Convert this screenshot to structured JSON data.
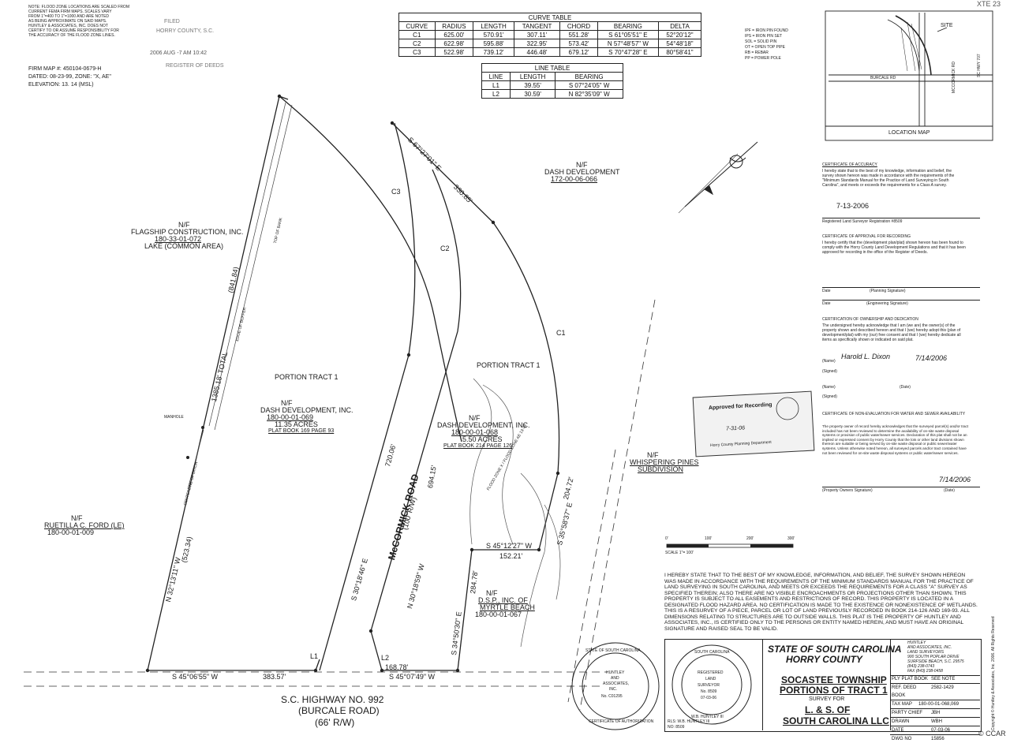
{
  "corner_note": "XTE 23",
  "flood_note": {
    "lines": [
      "NOTE: FLOOD ZONE LOCATIONS ARE SCALED FROM",
      "CURRENT FEMA FIRM MAPS. SCALES VARY",
      "FROM 1\"=400 TO 1\"=1000 AND ARE NOTED",
      "AS BEING APPROXIMATE ON SAID MAPS.",
      "HUNTLEY & ASSOCIATES, INC. DOES NOT",
      "CERTIFY TO OR ASSUME RESPONSIBILITY FOR",
      "THE ACCURACY OF THE FLOOD ZONE LINES."
    ],
    "firm": "FIRM MAP #:  450104-0679-H",
    "dated": "DATED:  08-23-99,  ZONE:  \"X, AE\"",
    "elev": "ELEVATION:  13. 14 (MSL)"
  },
  "stamp_top": {
    "l1": "FILED",
    "l2": "HORRY COUNTY, S.C.",
    "l3": "2006 AUG -7  AM 10:42",
    "l4": "REGISTER OF DEEDS"
  },
  "curve_table": {
    "title": "CURVE TABLE",
    "headers": [
      "CURVE",
      "RADIUS",
      "LENGTH",
      "TANGENT",
      "CHORD",
      "BEARING",
      "DELTA"
    ],
    "rows": [
      [
        "C1",
        "625.00'",
        "570.91'",
        "307.11'",
        "551.28'",
        "S 61°05'51\" E",
        "52°20'12\""
      ],
      [
        "C2",
        "622.98'",
        "595.88'",
        "322.95'",
        "573.42'",
        "N 57°48'57\" W",
        "54°48'18\""
      ],
      [
        "C3",
        "522.98'",
        "739.12'",
        "446.48'",
        "679.12'",
        "S 70°47'28\" E",
        "80°58'41\""
      ]
    ]
  },
  "line_table": {
    "title": "LINE TABLE",
    "headers": [
      "LINE",
      "LENGTH",
      "BEARING"
    ],
    "rows": [
      [
        "L1",
        "39.55'",
        "S 07°24'05\" W"
      ],
      [
        "L2",
        "30.59'",
        "N 82°35'09\" W"
      ]
    ]
  },
  "legend": [
    "IPF = IRON PIN FOUND",
    "IPS = IRON PIN SET",
    "SOL = SOLID PIN",
    "OT = OPEN TOP PIPE",
    "RB = REBAR",
    "PP = POWER POLE"
  ],
  "location_map": {
    "title": "LOCATION MAP",
    "site": "SITE",
    "road1": "BURCALE RD",
    "road2": "SC HWY 707",
    "road3": "MCCORMICK RD"
  },
  "parcels": {
    "dash_top": {
      "nf": "N/F",
      "name": "DASH DEVELOPMENT",
      "id": "172-00-06-066"
    },
    "flagship": {
      "nf": "N/F",
      "name": "FLAGSHIP CONSTRUCTION, INC.",
      "id": "180-33-01-072",
      "note": "LAKE (COMMON AREA)"
    },
    "tract_left": {
      "portion": "PORTION TRACT 1",
      "nf": "N/F",
      "name": "DASH DEVELOPMENT, INC.",
      "id": "180-00-01-069",
      "acres": "11.35 ACRES",
      "plat": "PLAT BOOK 169 PAGE 93"
    },
    "tract_right": {
      "portion": "PORTION TRACT 1",
      "nf": "N/F",
      "name": "DASH DEVELOPMENT, INC.",
      "id": "180-00-01-068",
      "acres": "5.50 ACRES",
      "plat": "PLAT BOOK 214 PAGE 126"
    },
    "ford": {
      "nf": "N/F",
      "name": "RUETILLA C. FORD (LE)",
      "id": "180-00-01-009"
    },
    "dsp": {
      "nf": "N/F",
      "name": "D.S.P., INC. OF",
      "name2": "MYRTLE BEACH",
      "id": "180-00-01-067"
    },
    "whispering": {
      "nf": "N/F",
      "name": "WHISPERING PINES",
      "name2": "SUBDIVISION"
    }
  },
  "road": {
    "name": "McCORMICK ROAD",
    "row": "(100' R/W)"
  },
  "highway": {
    "l1": "S.C. HIGHWAY NO. 992",
    "l2": "(BURCALE ROAD)",
    "l3": "(66' R/W)"
  },
  "bearings": {
    "top_right": "S 67°27'01\" E",
    "top_right_len": "330.85'",
    "total": "1385.18' TOTAL",
    "total_part": "(841.84)",
    "west": "N 32°13'11\" W",
    "west_part": "(523.34)",
    "mc_left": "S 30°18'46\" E",
    "mc_left_len": "720.06'",
    "mc_right": "N 30°18'59\" W",
    "mc_right_len": "694.15'",
    "dsp_west": "S 34°50'30\" E",
    "dsp_west_len": "284.78'",
    "east": "S 35°58'37\" E",
    "east_len": "204.72'",
    "mid": "S 45°12'27\" W",
    "mid_len": "152.21'",
    "bottom_left": "S 45°06'55\" W",
    "bottom_left_len": "383.57'",
    "bottom_right": "S 45°07'49\" W",
    "bottom_right_len": "168.78'",
    "c1": "C1",
    "c2": "C2",
    "c3": "C3",
    "l1": "L1",
    "l2": "L2",
    "edge_buffer": "EDGE OF BUFFER",
    "top_bank": "TOP OF BANK",
    "manhole": "MANHOLE",
    "centerline": "CENTERLINE OF DITCH",
    "flood_zone": "FLOOD ZONE X / FLOOD ZONE AE 13-14"
  },
  "scale": {
    "label": "SCALE 1\"= 100'",
    "t0": "0'",
    "t1": "100'",
    "t2": "200'",
    "t3": "300'"
  },
  "cert_accuracy": {
    "title": "CERTIFICATE OF ACCURACY",
    "body": "I hereby state that to the best of my knowledge, information and belief, the survey shown hereon was made in accordance with the requirements of the \"Minimum Standards Manual for the Practice of Land Surveying in South Carolina\", and meets or exceeds the requirements for a Class A survey.",
    "date": "7-13-2006",
    "sig_label": "Registered Land Surveyor  Registration #8509"
  },
  "cert_approval": {
    "title": "CERTIFICATE OF APPROVAL FOR RECORDING",
    "body": "I hereby certify that the (development plan/plat) shown hereon has been found to comply with the Horry County Land Development Regulations and that it has been approved for recording in the office of the Register of Deeds.",
    "date1": "Date",
    "sig1": "(Planning Signature)",
    "date2": "Date",
    "sig2": "(Engineering Signature)"
  },
  "cert_ownership": {
    "title": "CERTIFICATION OF OWNERSHIP AND DEDICATION",
    "body": "The undersigned hereby acknowledge that I am (we are) the owner(s) of the property shown and described hereon and that I (we) hereby adopt this (plan of development/plat) with my (our) free consent and that I (we) hereby dedicate all items as specifically shown or indicated on said plat.",
    "name": "(Name)",
    "signed": "(Signed)",
    "date": "(Date)",
    "signed_name": "Harold L. Dixon",
    "signed_date": "7/14/2006"
  },
  "cert_nonevaluation": {
    "title": "CERTIFICATE OF NON-EVALUATION FOR WATER AND SEWER AVAILABILITY",
    "body": "The property owner of record hereby acknowledges that the surveyed parcel(s) and/or tract included has not been reviewed to determine the availability of on-site waste disposal systems or provision of public water/sewer services. Declaration of this plat shall not be an implied or expressed consent by Horry County that the lots or other land divisions shown thereon are suitable or being served by on-site waste disposal or public sewer/water systems. Unless otherwise noted hereon, all surveyed parcels and/or tract contained have not been reviewed for on-site waste disposal systems or public water/sewer services.",
    "owner_sig": "(Property Owners Signature)",
    "date": "(Date)",
    "signed_date": "7/14/2006"
  },
  "approval_stamp": {
    "title": "Approved for Recording",
    "l1": "Horry County Planning Department",
    "date": "7-31-06"
  },
  "surveyor_statement": "I HEREBY STATE THAT TO THE BEST OF MY KNOWLEDGE, INFORMATION, AND BELIEF, THE SURVEY SHOWN HEREON WAS MADE IN ACCORDANCE WITH THE REQUIREMENTS OF THE MINIMUM STANDARDS MANUAL FOR THE PRACTICE OF LAND SURVEYING IN SOUTH CAROLINA, AND MEETS OR EXCEEDS THE REQUIREMENTS FOR A CLASS \"A\" SURVEY AS SPECIFIED THEREIN; ALSO THERE ARE NO VISIBLE ENCROACHMENTS OR PROJECTIONS OTHER THAN SHOWN. THIS PROPERTY IS SUBJECT TO ALL EASEMENTS AND RESTRICTIONS OF RECORD. THIS PROPERTY IS LOCATED IN A DESIGNATED FLOOD HAZARD AREA. NO CERTIFICATION IS MADE TO THE EXISTENCE OR NONEXISTENCE OF WETLANDS. THIS IS A RESURVEY OF A PIECE, PARCEL OR LOT OF LAND PREVIOUSLY RECORDED IN BOOK 214-126 AND 169-93. ALL DIMENSIONS RELATING TO STRUCTURES ARE TO OUTSIDE WALLS. THIS PLAT IS THE PROPERTY OF HUNTLEY AND ASSOCIATES, INC., IS CERTIFIED ONLY TO THE PERSONS OR ENTITY NAMED HEREIN, AND MUST HAVE AN ORIGINAL SIGNATURE AND RAISED SEAL TO BE VALID.",
  "seal_auth": {
    "ring_top": "STATE OF SOUTH CAROLINA",
    "l1": "HUNTLEY",
    "l2": "AND",
    "l3": "ASSOCIATES,",
    "l4": "INC.",
    "l5": "No. C01295",
    "ring_bottom": "CERTIFICATE OF AUTHORIZATION"
  },
  "seal_surveyor": {
    "ring": "SOUTH CAROLINA",
    "l1": "REGISTERED",
    "l2": "LAND",
    "l3": "SURVEYOR",
    "l4": "No. 8509",
    "name": "W.B. HUNTLEY III",
    "date": "07-03-06"
  },
  "title_block": {
    "state": "STATE OF SOUTH CAROLINA",
    "county": "HORRY COUNTY",
    "township": "SOCASTEE TOWNSHIP",
    "portions": "PORTIONS OF TRACT 1",
    "survey_for": "SURVEY FOR",
    "client1": "L. & S. OF",
    "client2": "SOUTH CAROLINA LLC",
    "rls": "RLS:   W.B. HUNTLEY III",
    "no": "NO:    8509",
    "firm": [
      "HUNTLEY",
      "AND ASSOCIATES, INC.",
      "LAND SURVEYORS",
      "900 SOUTH POPLAR DRIVE",
      "SURFSIDE BEACH, S.C. 29575",
      "(843) 238-0743",
      "FAX (843) 238-0458"
    ],
    "info": [
      [
        "PLY PLAT BOOK",
        "SEE NOTE"
      ],
      [
        "REF. DEED BOOK",
        "2582-1429"
      ],
      [
        "TAX MAP",
        "180-00-01-068,069"
      ],
      [
        "PARTY CHIEF",
        "JBH"
      ],
      [
        "DRAWN",
        "WBH"
      ],
      [
        "DATE",
        "07-03-06"
      ],
      [
        "DWG NO",
        "15856"
      ]
    ],
    "copyright": "Copyright © Huntley & Associates, Inc. 2006. All Rights Reserved"
  },
  "ccar": "© CCAR"
}
